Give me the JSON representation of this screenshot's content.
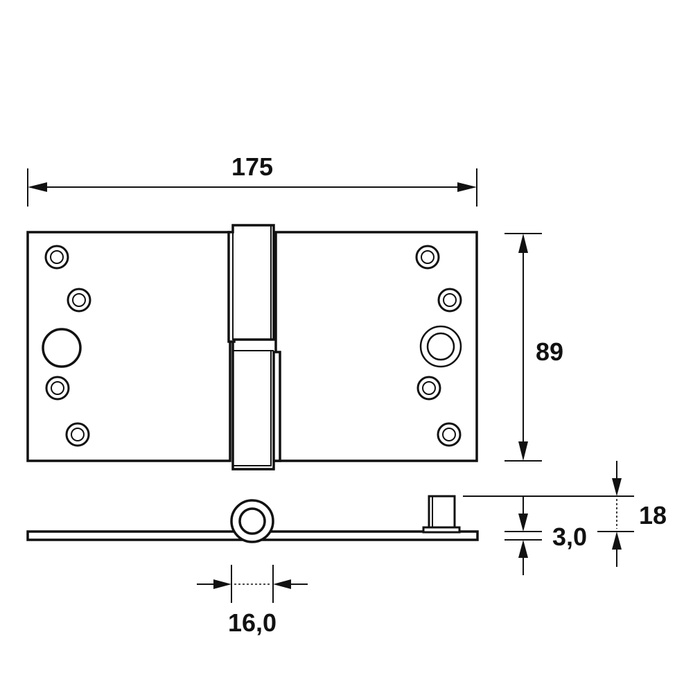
{
  "dimensions": {
    "length": "175",
    "height": "89",
    "knuckle_diameter": "16,0",
    "leaf_thickness": "3,0",
    "pin_height": "18"
  },
  "colors": {
    "line": "#111111",
    "background": "#ffffff"
  }
}
